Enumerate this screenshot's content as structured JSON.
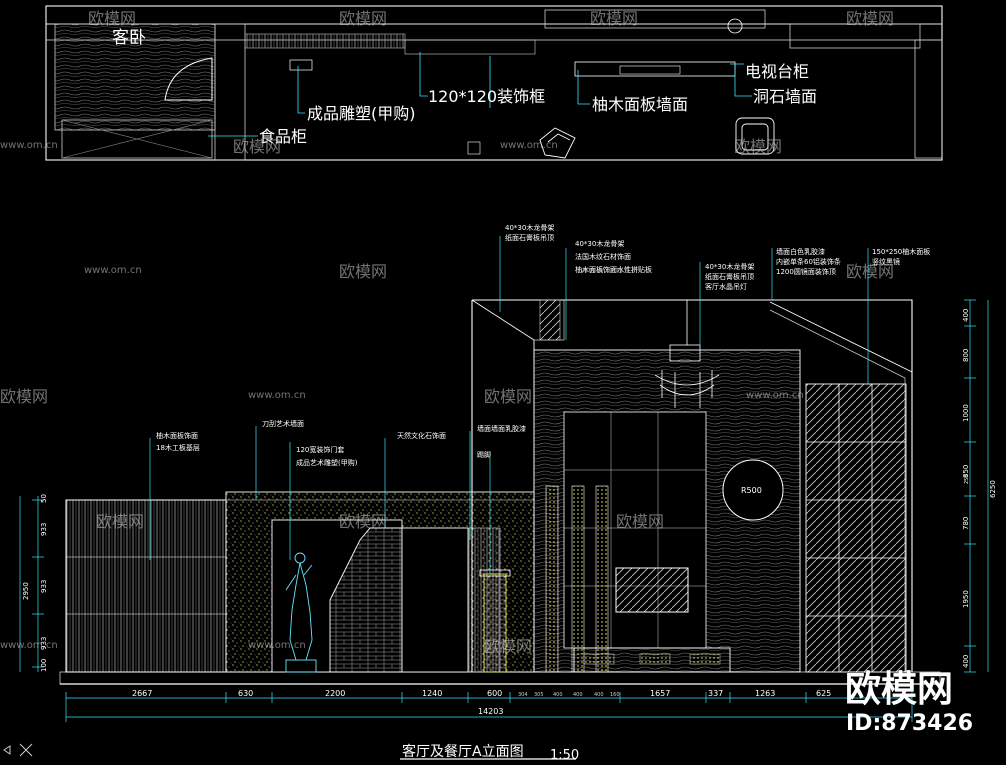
{
  "colors": {
    "background": "#000000",
    "outline": "#ffffff",
    "annotation": "#33e6ff",
    "wall_line": "#e6e6e6",
    "accent": "#ffff66",
    "watermark": "#7a7a7a"
  },
  "plan_view": {
    "labels": {
      "bedroom": "客卧",
      "sculpture": "成品雕塑(甲购)",
      "frame": "120*120装饰框",
      "food_cabinet": "食品柜",
      "teak_wall": "柚木面板墙面",
      "tv_cabinet": "电视台柜",
      "travertine": "洞石墙面"
    }
  },
  "elevation": {
    "notes": {
      "n1a": "40*30木龙骨架",
      "n1b": "纸面石膏板吊顶",
      "n2a": "40*30木龙骨架",
      "n2b": "法国木纹石材饰面",
      "n2c": "柚木面板饰面水性拼贴板",
      "n3a": "40*30木龙骨架",
      "n3b": "纸面石膏板吊顶",
      "n3c": "客厅水晶吊灯",
      "n4a": "墙面白色乳胶漆",
      "n4b": "内嵌单条60铝装饰条",
      "n4c": "1200圆镜面装饰顶",
      "n5a": "150*250柚木面板",
      "n5b": "竖纹黑镜",
      "left_a": "柚木面板饰面",
      "left_b": "18木工板基层",
      "art_wall": "刀刮艺术墙面",
      "door_a": "120宽装饰门套",
      "door_b": "成品艺术雕塑(甲购)",
      "stone_wall": "天然文化石饰面",
      "wall_paint": "墙面墙面乳胶漆",
      "baseboard": "踢脚",
      "mirror_circle": "R500"
    },
    "bottom_dims": [
      "2667",
      "630",
      "2200",
      "1240",
      "600",
      "1657",
      "337",
      "1263",
      "625"
    ],
    "bottom_small_dims": [
      "304",
      "305",
      "400",
      "400",
      "400",
      "160"
    ],
    "total_dim": "14203",
    "left_dims": [
      "50",
      "933",
      "933",
      "933",
      "100"
    ],
    "left_total": "2950",
    "right_dims": [
      "400",
      "800",
      "1000",
      "850",
      "780",
      "1950",
      "400"
    ],
    "right_small": "250",
    "right_total": "6250",
    "title": "客厅及餐厅A立面图",
    "scale": "1:50"
  },
  "watermark": {
    "brand": "欧模网",
    "site": "www.om.cn",
    "id": "ID:873426"
  }
}
